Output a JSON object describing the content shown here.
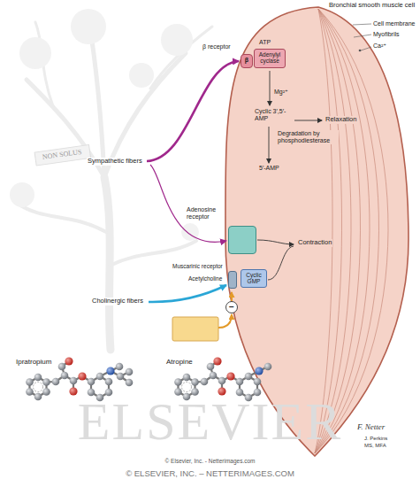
{
  "diagram": {
    "nodes": [
      {
        "text": [
          "β",
          "β receptor"
        ]
      },
      {
        "text": [
          "Adenylyl cyclase"
        ]
      },
      {
        "text": [
          "Adenosine receptor"
        ]
      },
      {
        "text": [
          "Muscarinic receptor"
        ]
      },
      {
        "text": [
          "Cyclic GMP"
        ]
      }
    ],
    "labels": [
      "Bronchial smooth muscle cell",
      "Cell membrane",
      "Myofibrils",
      "Ca²⁺",
      "ATP",
      "Mg²⁺",
      "Cyclic 3′,5′-AMP",
      "Relaxation",
      "Degradation by phosphodiesterase",
      "5′-AMP",
      "Sympathetic fibers",
      "Contraction",
      "Acetylcholine",
      "Cholinergic fibers",
      "−",
      "Ipratropium",
      "Atropine",
      "F. Netter",
      "J. Perkins",
      "MS, MFA",
      "NON SOLUS",
      "ELSEVIER",
      "© Elsevier, Inc. - Netterimages.com",
      "© ELSEVIER, INC. – NETTERIMAGES.COM"
    ]
  }
}
